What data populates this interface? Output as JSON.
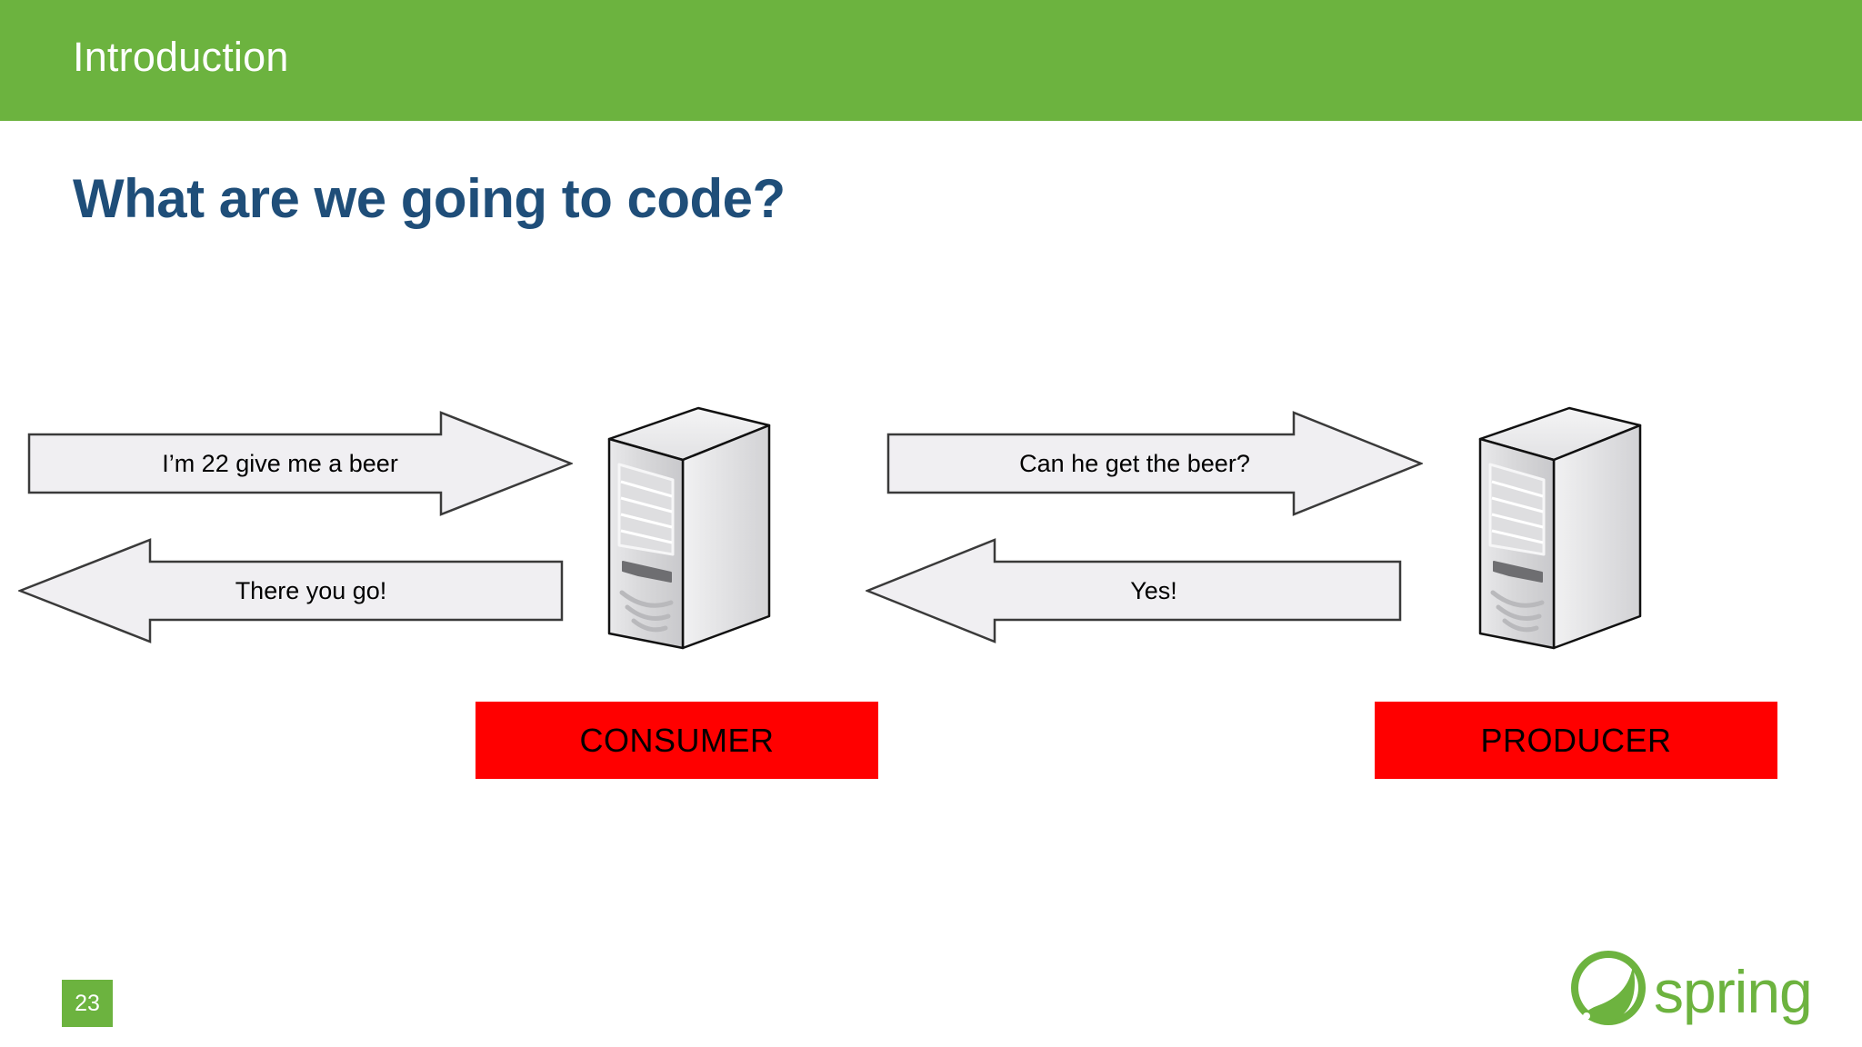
{
  "slide": {
    "header_label": "Introduction",
    "title": "What are we going to code?",
    "page_number": "23",
    "brand_name": "spring"
  },
  "colors": {
    "header_green": "#6CB33F",
    "title_blue": "#1F4E79",
    "label_red": "#FF0000",
    "arrow_fill": "#F0EFF2",
    "arrow_stroke": "#3A3A3A",
    "background": "#FFFFFF"
  },
  "diagram": {
    "nodes": [
      {
        "id": "consumer",
        "label": "CONSUMER",
        "icon": "server-tower-icon"
      },
      {
        "id": "producer",
        "label": "PRODUCER",
        "icon": "server-tower-icon"
      }
    ],
    "messages": [
      {
        "id": "consumer-request",
        "text": "I’m 22 give me a beer",
        "direction": "right",
        "from": "user",
        "to": "consumer"
      },
      {
        "id": "consumer-reply",
        "text": "There you go!",
        "direction": "left",
        "from": "consumer",
        "to": "user"
      },
      {
        "id": "producer-request",
        "text": "Can he get the beer?",
        "direction": "right",
        "from": "consumer",
        "to": "producer"
      },
      {
        "id": "producer-reply",
        "text": "Yes!",
        "direction": "left",
        "from": "producer",
        "to": "consumer"
      }
    ]
  }
}
